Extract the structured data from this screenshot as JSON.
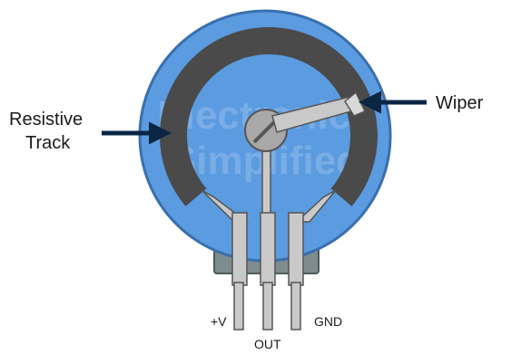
{
  "labels": {
    "resistive_track_line1": "Resistive",
    "resistive_track_line2": "Track",
    "wiper": "Wiper",
    "terminal_left": "+V",
    "terminal_middle": "OUT",
    "terminal_right": "GND"
  },
  "watermark": {
    "line1": "Electronics",
    "line2": "Simplified"
  },
  "colors": {
    "body_fill": "#5b9be0",
    "body_stroke": "#3a6fae",
    "track_fill": "#4a4a4a",
    "pin_fill": "#c9c9c9",
    "pin_stroke": "#555555",
    "base_fill": "#7f8c8d",
    "arrow": "#0b2545"
  },
  "icons": {
    "wiper_arrow": "arrow-left-icon",
    "track_arrow": "arrow-right-icon"
  }
}
